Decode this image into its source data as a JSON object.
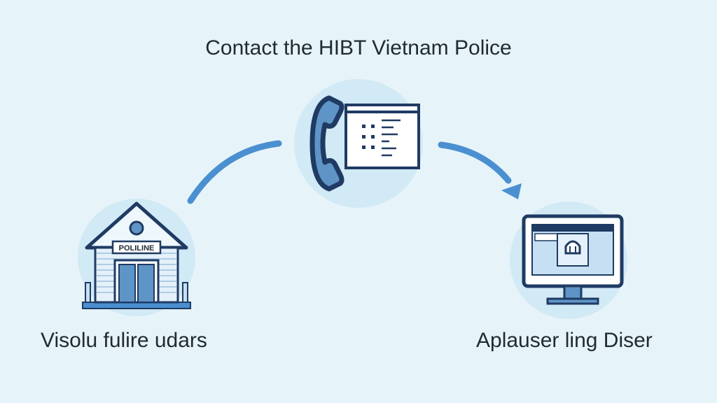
{
  "diagram": {
    "title": "Contact the HIBT Vietnam Police",
    "nodes": {
      "station": {
        "label": "Visolu fulire udars",
        "sign": "POLILINE"
      },
      "phone": {
        "label": ""
      },
      "computer": {
        "label": "Aplauser ling Diser"
      }
    },
    "colors": {
      "background": "#e6f4f9",
      "circle": "#d2e9f6",
      "outline": "#1f3b63",
      "accent": "#4a8fd0",
      "fill_light": "#c6dff2",
      "fill_mid": "#5f94c6",
      "text": "#1f2a33"
    },
    "icons": [
      "police-station-icon",
      "phone-handset-icon",
      "document-icon",
      "monitor-icon"
    ]
  }
}
